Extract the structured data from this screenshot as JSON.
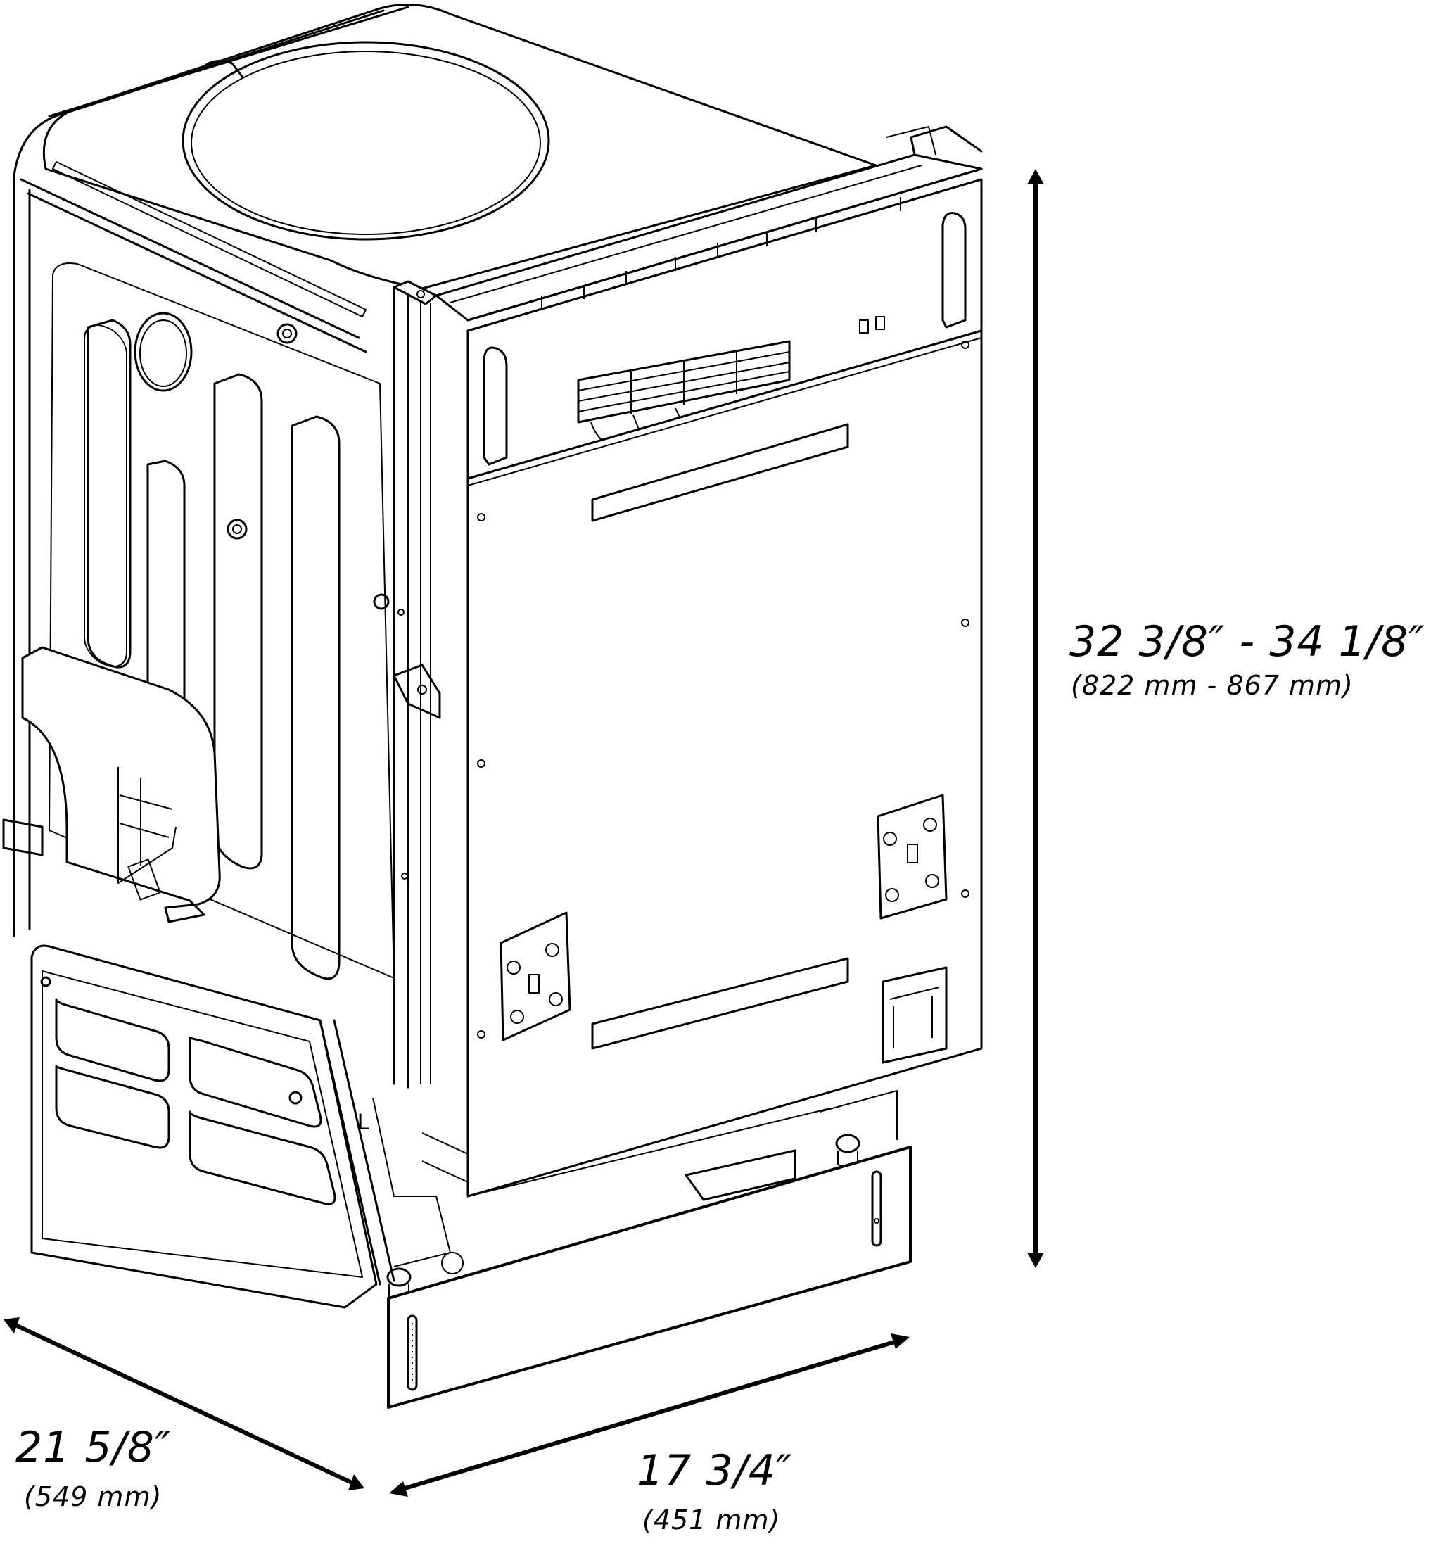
{
  "diagram": {
    "subject": "dishwasher-dimension-drawing",
    "line_color": "#000000",
    "background": "#ffffff"
  },
  "dimensions": {
    "height": {
      "imperial": "32 3/8″ - 34 1/8″",
      "metric": "(822 mm - 867 mm)"
    },
    "depth": {
      "imperial": "21 5/8″",
      "metric": "(549 mm)"
    },
    "width": {
      "imperial": "17 3/4″",
      "metric": "(451 mm)"
    }
  },
  "markings": {
    "bracket_letter": "L"
  }
}
